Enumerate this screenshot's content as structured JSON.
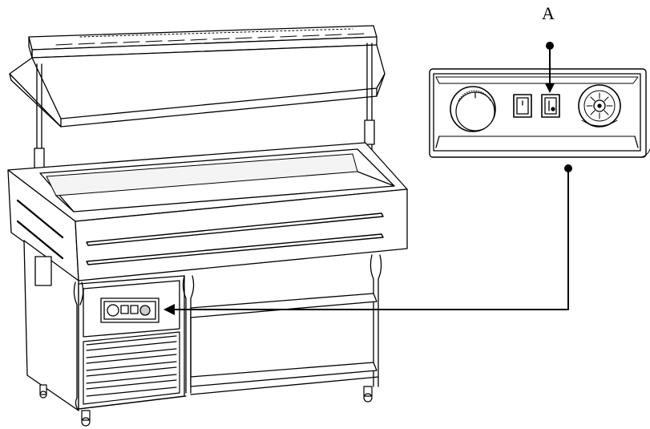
{
  "callout": {
    "label": "A"
  },
  "colors": {
    "ink": "#000000",
    "fill": "#ffffff",
    "shade": "#d9d9d9"
  },
  "parts": {
    "canopy": "canopy",
    "well": "cold-well",
    "panel_detail": "control-panel-detail",
    "thermostat": "thermostat-dial-icon",
    "switch_main": "main-switch-icon",
    "switch_a": "light-switch-icon",
    "thermometer": "thermometer-dial-icon"
  }
}
